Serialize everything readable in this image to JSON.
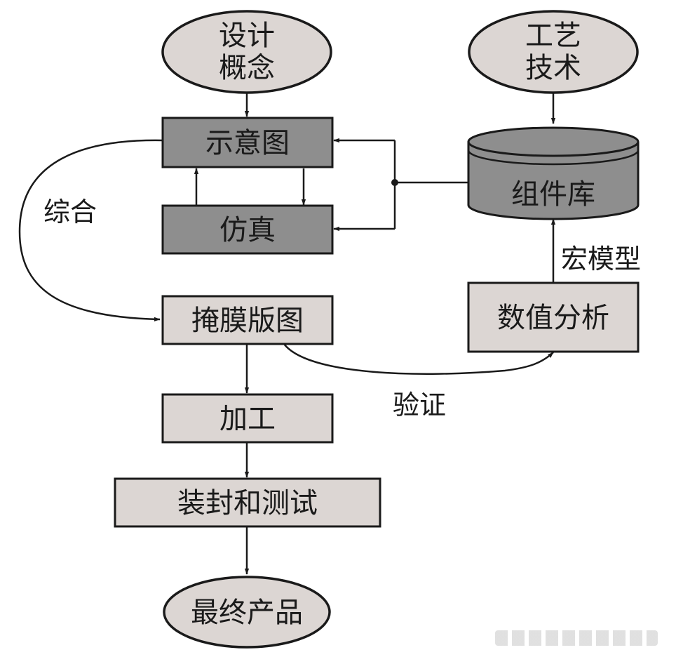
{
  "nodes": {
    "design_concept": {
      "line1": "设计",
      "line2": "概念"
    },
    "process_tech": {
      "line1": "工艺",
      "line2": "技术"
    },
    "schematic": "示意图",
    "simulation": "仿真",
    "component_library": "组件库",
    "mask_layout": "掩膜版图",
    "numerical_analysis": "数值分析",
    "fabrication": "加工",
    "packaging_testing": "装封和测试",
    "final_product": "最终产品"
  },
  "edges": {
    "synthesis": "综合",
    "macro_model": "宏模型",
    "verification": "验证"
  },
  "colors": {
    "light_fill": "#dcd6d3",
    "dark_fill": "#8e8e8e",
    "stroke": "#1a1a1a"
  }
}
